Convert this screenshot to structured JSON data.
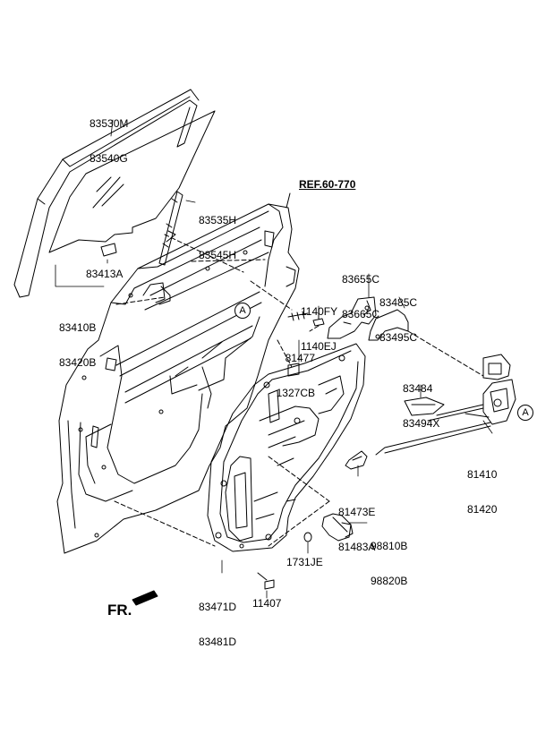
{
  "labels": {
    "run_channel_outer": [
      "83530M",
      "83540G"
    ],
    "rear_channel": [
      "83535H",
      "83545H"
    ],
    "ref": "REF.60-770",
    "glass_clip": "83413A",
    "door_glass": [
      "83410B",
      "83420B"
    ],
    "handle_bracket": [
      "83655C",
      "83665C"
    ],
    "bolt_1": [
      "1140FY",
      "1140EJ"
    ],
    "rod_bracket": [
      "83485C",
      "83495C"
    ],
    "clip": [
      "81477",
      "1327CB"
    ],
    "cover": [
      "83484",
      "83494X"
    ],
    "latch": [
      "81410",
      "81420"
    ],
    "inside_handle": [
      "81473E",
      "81483A"
    ],
    "motor": [
      "98810B",
      "98820B"
    ],
    "grommet": "1731JE",
    "regulator": [
      "83471D",
      "83481D"
    ],
    "bolt_2": "11407",
    "front": "FR.",
    "marker_a_left": "A",
    "marker_a_right": "A"
  }
}
